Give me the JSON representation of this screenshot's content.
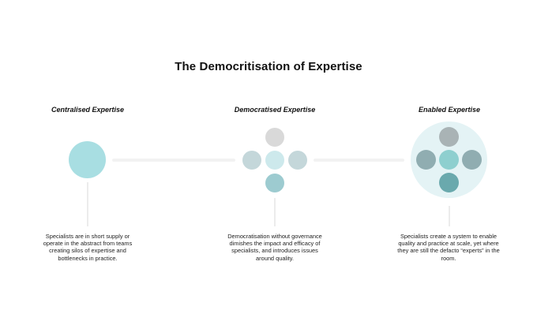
{
  "title": "The Democritisation of Expertise",
  "stages": [
    {
      "heading": "Centralised Expertise",
      "caption": "Specialists are in short supply or operate in the abstract from teams creating silos of expertise and bottlenecks in practice."
    },
    {
      "heading": "Democratised Expertise",
      "caption": "Democratisation without governance dimishes the impact and efficacy of specialists, and introduces issues around quality."
    },
    {
      "heading": "Enabled Expertise",
      "caption": "Specialists create a system to enable quality and practice at scale, yet where they are still the defacto “experts” in the room."
    }
  ],
  "colors": {
    "central": "#a8dee2",
    "light_gray": "#d9d9d9",
    "mid_gray_teal": "#c4d7da",
    "light_teal": "#cde9ec",
    "dark_teal": "#9dcbd0",
    "halo": "#e4f3f5",
    "enabled_top": "#a9b3b5",
    "enabled_side": "#90adb1",
    "enabled_center": "#8ecfcf",
    "enabled_bottom": "#6aa9ad"
  }
}
